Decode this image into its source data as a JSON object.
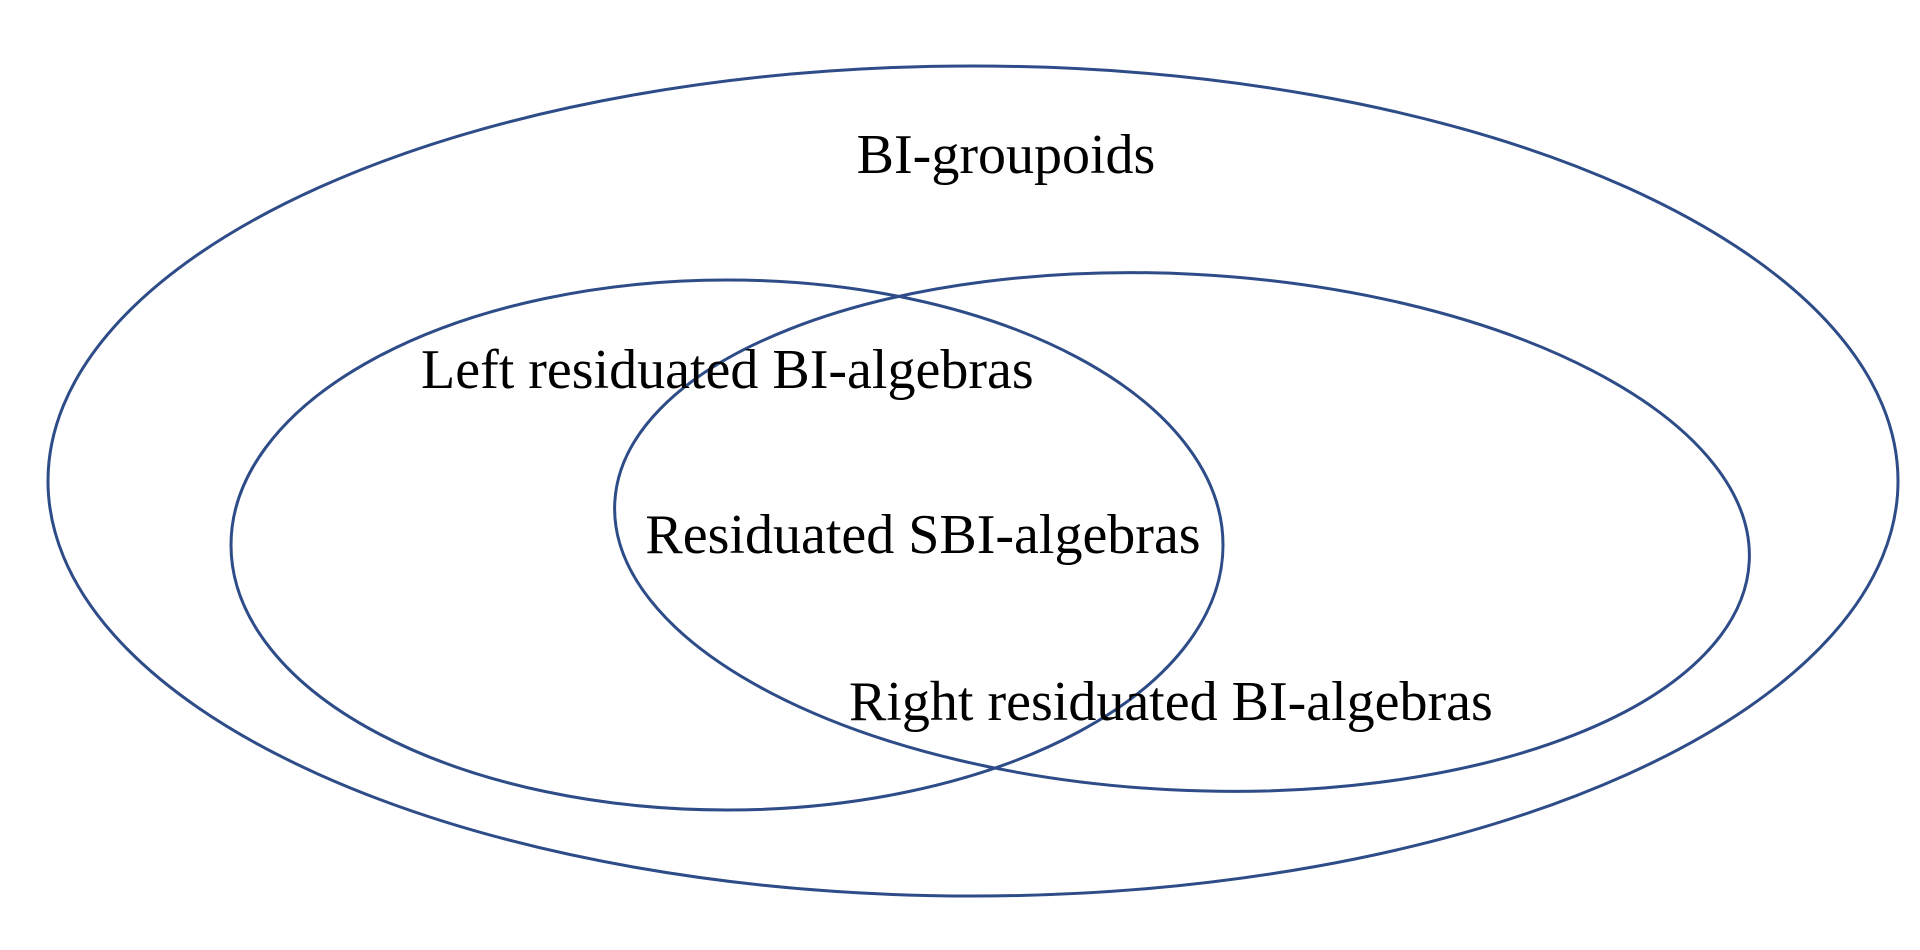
{
  "diagram": {
    "type": "euler-diagram",
    "line_color": "#2e4c88",
    "background": "#ffffff",
    "sets": {
      "outer": {
        "label": "BI-groupoids"
      },
      "left": {
        "label": "Left residuated BI-algebras"
      },
      "right": {
        "label": "Right residuated BI-algebras"
      },
      "intersection": {
        "label": "Residuated SBI-algebras"
      }
    },
    "relations": [
      {
        "from": "left",
        "to": "outer",
        "type": "subset"
      },
      {
        "from": "right",
        "to": "outer",
        "type": "subset"
      },
      {
        "from": "intersection",
        "to": "left",
        "type": "subset"
      },
      {
        "from": "intersection",
        "to": "right",
        "type": "subset"
      }
    ]
  }
}
